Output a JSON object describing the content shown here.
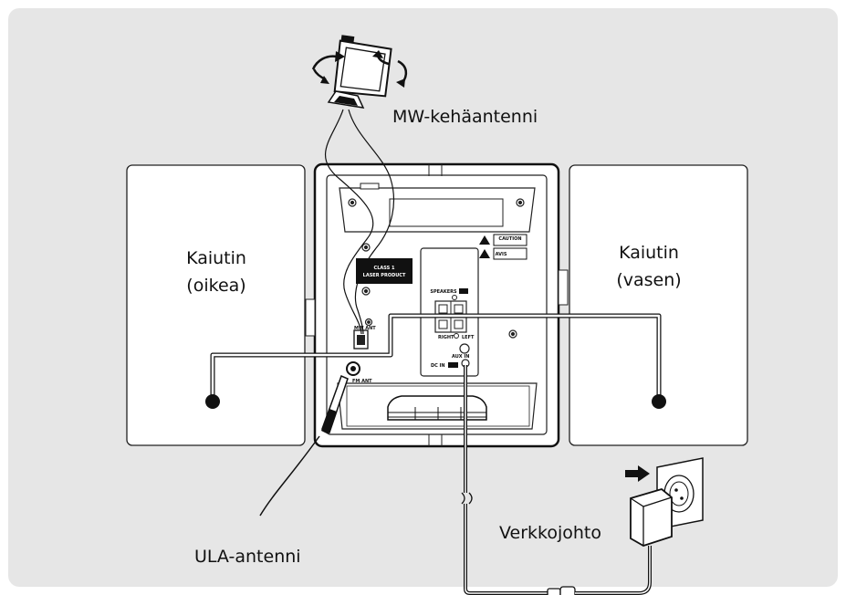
{
  "labels": {
    "mw_antenna": "MW-kehäantenni",
    "speaker_right_line1": "Kaiutin",
    "speaker_right_line2": "(oikea)",
    "speaker_left_line1": "Kaiutin",
    "speaker_left_line2": "(vasen)",
    "power_cord": "Verkkojohto",
    "fm_antenna": "ULA-antenni"
  },
  "device_markings": {
    "class_label_line1": "CLASS 1",
    "class_label_line2": "LASER PRODUCT",
    "caution": "CAUTION",
    "avis": "AVIS",
    "speakers": "SPEAKERS",
    "right": "RIGHT",
    "left": "LEFT",
    "aux_in": "AUX IN",
    "fm_antenna_jack": "FM ANT",
    "mw_antenna_jack": "MW ANT",
    "dc_in": "DC IN"
  },
  "colors": {
    "panel_background": "#e6e6e6",
    "line": "#111111"
  }
}
